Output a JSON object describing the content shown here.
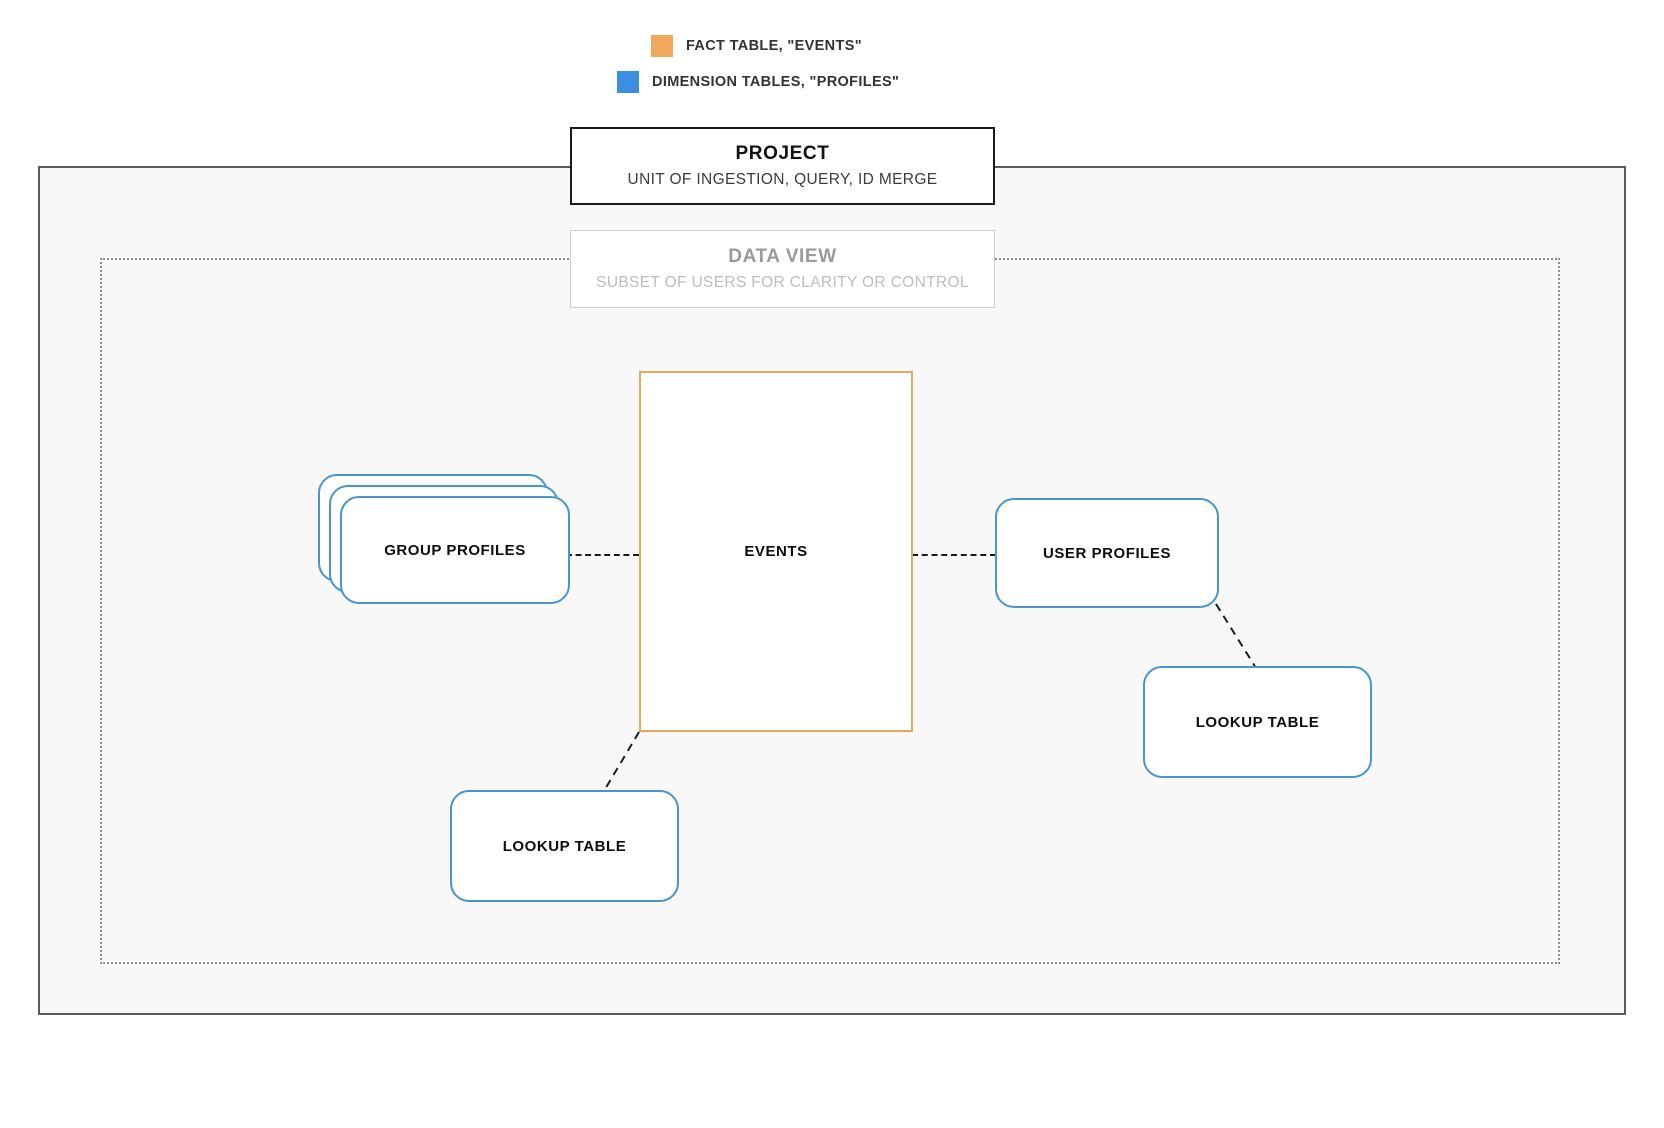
{
  "legend": {
    "items": [
      {
        "label": "FACT TABLE, \"EVENTS\"",
        "color": "#f0a95c",
        "icon": "square-swatch-orange"
      },
      {
        "label": "DIMENSION TABLES, \"PROFILES\"",
        "color": "#3b8ee0",
        "icon": "square-swatch-blue"
      }
    ]
  },
  "project": {
    "title": "PROJECT",
    "subtitle": "UNIT OF INGESTION, QUERY, ID MERGE"
  },
  "data_view": {
    "title": "DATA VIEW",
    "subtitle": "SUBSET OF USERS FOR CLARITY OR CONTROL"
  },
  "nodes": {
    "events": {
      "label": "EVENTS",
      "type": "fact-table",
      "color": "#e8a85c"
    },
    "group_profiles": {
      "label": "GROUP PROFILES",
      "type": "dimension-table-stack",
      "color": "#4a94d0",
      "stack_count": 3
    },
    "user_profiles": {
      "label": "USER PROFILES",
      "type": "dimension-table",
      "color": "#4a94d0"
    },
    "lookup_table_left": {
      "label": "LOOKUP TABLE",
      "type": "dimension-table",
      "color": "#4a94d0"
    },
    "lookup_table_right": {
      "label": "LOOKUP TABLE",
      "type": "dimension-table",
      "color": "#4a94d0"
    }
  },
  "connectors": [
    {
      "from": "group_profiles",
      "to": "events",
      "style": "dashed"
    },
    {
      "from": "events",
      "to": "user_profiles",
      "style": "dashed"
    },
    {
      "from": "events",
      "to": "lookup_table_left",
      "style": "dashed"
    },
    {
      "from": "user_profiles",
      "to": "lookup_table_right",
      "style": "dashed"
    }
  ],
  "colors": {
    "fact": "#e8a85c",
    "dimension": "#4a94d0",
    "project_border": "#5a5a5a",
    "dataview_border": "#8d8d8d",
    "connector": "#1c1c1c"
  }
}
